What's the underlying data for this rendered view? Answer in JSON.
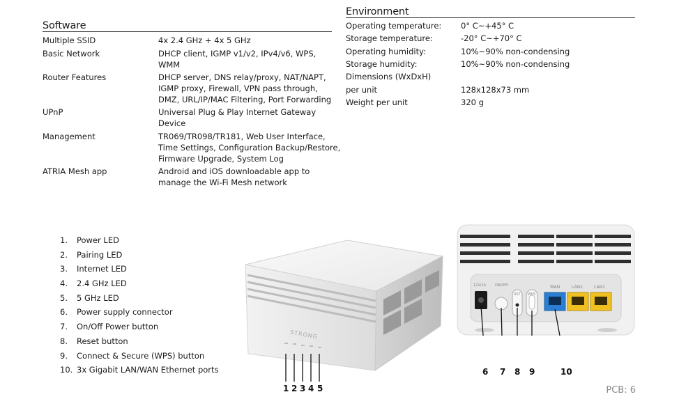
{
  "software": {
    "title": "Software",
    "rows": [
      {
        "label": "Multiple SSID",
        "value": [
          "4x 2.4 GHz + 4x 5 GHz"
        ]
      },
      {
        "label": "Basic Network",
        "value": [
          "DHCP client, IGMP v1/v2, IPv4/v6, WPS,",
          "WMM"
        ]
      },
      {
        "label": "Router Features",
        "value": [
          "DHCP server, DNS relay/proxy, NAT/NAPT,",
          "IGMP proxy, Firewall, VPN pass through,",
          "DMZ, URL/IP/MAC Filtering, Port Forwarding"
        ]
      },
      {
        "label": "UPnP",
        "value": [
          "Universal Plug & Play Internet Gateway",
          "Device"
        ]
      },
      {
        "label": "Management",
        "value": [
          "TR069/TR098/TR181, Web User Interface,",
          "Time Settings, Configuration Backup/Restore,",
          "Firmware Upgrade, System Log"
        ]
      },
      {
        "label": "ATRIA Mesh app",
        "value": [
          "Android and iOS downloadable app to",
          "manage the Wi-Fi Mesh network"
        ]
      }
    ]
  },
  "environment": {
    "title": "Environment",
    "rows": [
      {
        "label": "Operating temperature:",
        "value": "0° C~+45° C"
      },
      {
        "label": "Storage temperature:",
        "value": "-20° C~+70° C"
      },
      {
        "label": "Operating humidity:",
        "value": "10%~90% non-condensing"
      },
      {
        "label": "Storage humidity:",
        "value": "10%~90% non-condensing"
      },
      {
        "label": "Dimensions (WxDxH)",
        "value": ""
      },
      {
        "label": "per unit",
        "value": "128x128x73 mm"
      },
      {
        "label": "Weight per unit",
        "value": "320 g"
      }
    ]
  },
  "features": [
    {
      "num": "1.",
      "label": "Power LED"
    },
    {
      "num": "2.",
      "label": "Pairing LED"
    },
    {
      "num": "3.",
      "label": "Internet LED"
    },
    {
      "num": "4.",
      "label": "2.4 GHz LED"
    },
    {
      "num": "5.",
      "label": "5 GHz LED"
    },
    {
      "num": "6.",
      "label": "Power supply connector"
    },
    {
      "num": "7.",
      "label": "On/Off Power button"
    },
    {
      "num": "8.",
      "label": "Reset button"
    },
    {
      "num": "9.",
      "label": "Connect & Secure (WPS) button"
    },
    {
      "num": "10.",
      "label": "3x Gigabit LAN/WAN Ethernet ports"
    }
  ],
  "front_device": {
    "brand": "STRONG",
    "led_callouts": [
      "1",
      "2",
      "3",
      "4",
      "5"
    ]
  },
  "back_device": {
    "labels": {
      "power": "12V/1A",
      "onoff": "ON/OFF",
      "rst": "RST",
      "wps": "WPS",
      "wan": "WAN",
      "lan2": "LAN2",
      "lan1": "LAN1"
    },
    "callouts": [
      "6",
      "7",
      "8",
      "9",
      "10"
    ],
    "colors": {
      "wan_port": "#2a7fd4",
      "lan_port": "#f0c020"
    }
  },
  "footer": "PCB: 6"
}
